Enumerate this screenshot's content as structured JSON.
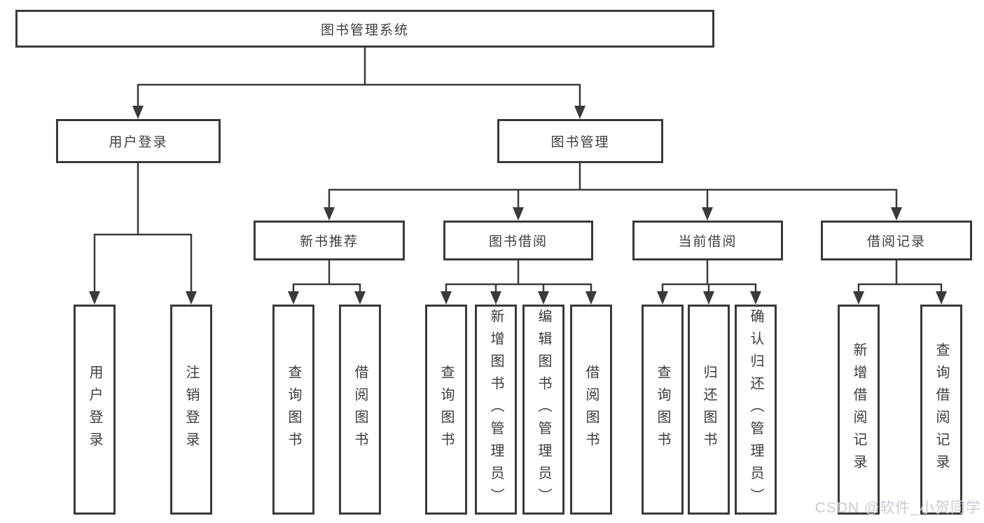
{
  "diagram": {
    "root": {
      "label": "图书管理系统"
    },
    "branches": [
      {
        "label": "用户登录",
        "children": [
          {
            "label": "用户登录"
          },
          {
            "label": "注销登录"
          }
        ]
      },
      {
        "label": "图书管理",
        "children": [
          {
            "label": "新书推荐",
            "children": [
              {
                "label": "查询图书"
              },
              {
                "label": "借阅图书"
              }
            ]
          },
          {
            "label": "图书借阅",
            "children": [
              {
                "label": "查询图书"
              },
              {
                "label": "新增图书（管理员）"
              },
              {
                "label": "编辑图书（管理员）"
              },
              {
                "label": "借阅图书"
              }
            ]
          },
          {
            "label": "当前借阅",
            "children": [
              {
                "label": "查询图书"
              },
              {
                "label": "归还图书"
              },
              {
                "label": "确认归还（管理员）"
              }
            ]
          },
          {
            "label": "借阅记录",
            "children": [
              {
                "label": "新增借阅记录"
              },
              {
                "label": "查询借阅记录"
              }
            ]
          }
        ]
      }
    ]
  },
  "watermark": {
    "text": "CSDN @软件_小贺同学",
    "color": "#c8ccd3"
  },
  "colors": {
    "line": "#3a3a3a",
    "text": "#3c3c3c",
    "background": "#ffffff"
  }
}
